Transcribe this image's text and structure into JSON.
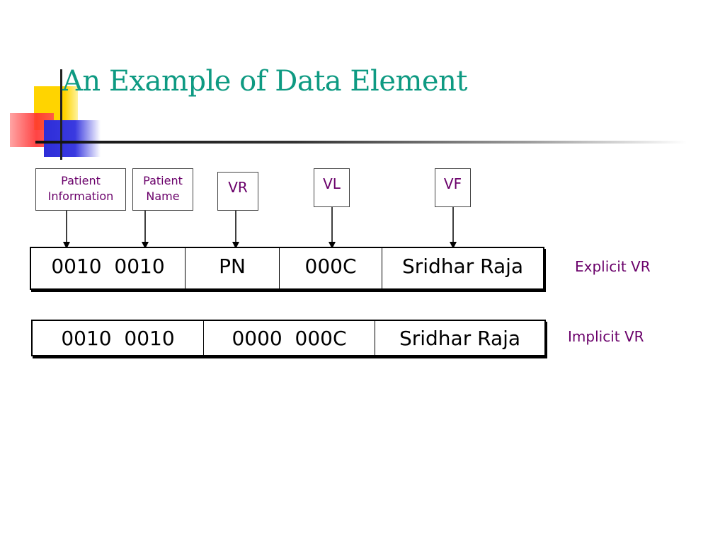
{
  "slide": {
    "title": "An Example of Data Element"
  },
  "labels": {
    "patient_information": "Patient\nInformation",
    "patient_name": "Patient\nName",
    "vr": "VR",
    "vl": "VL",
    "vf": "VF"
  },
  "explicit_row": {
    "cells": [
      "0010  0010",
      "PN",
      "000C",
      "Sridhar Raja"
    ],
    "caption": "Explicit VR"
  },
  "implicit_row": {
    "cells": [
      "0010  0010",
      "0000  000C",
      "Sridhar Raja"
    ],
    "caption": "Implicit VR"
  },
  "colors": {
    "title": "#0e9a82",
    "label_text": "#6a006a"
  }
}
